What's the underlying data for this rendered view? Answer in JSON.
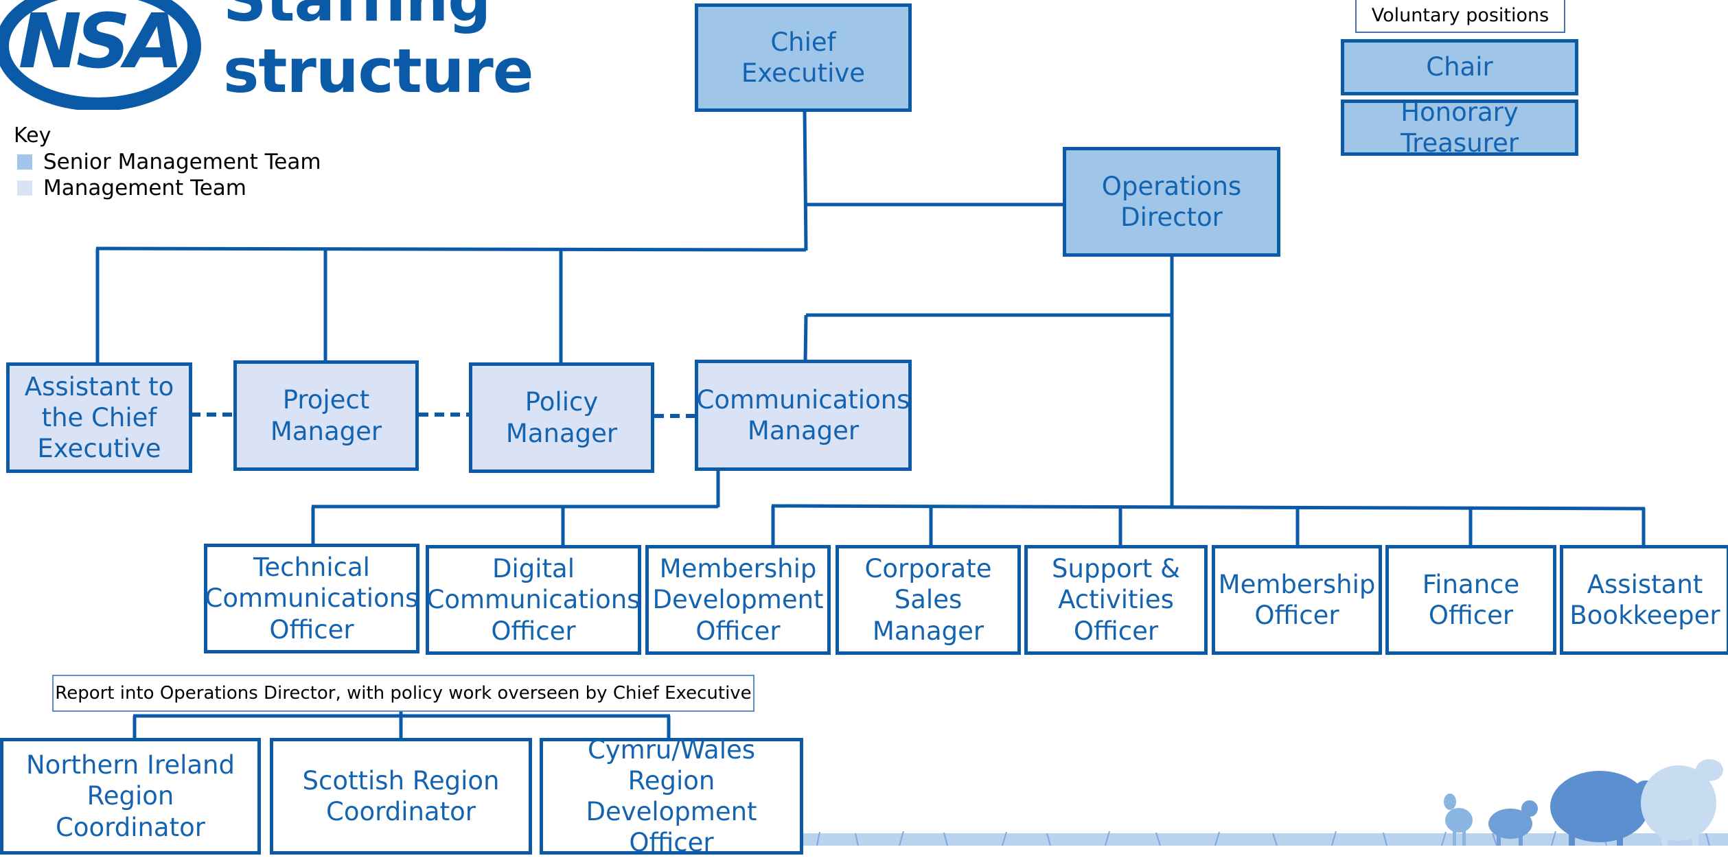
{
  "header": {
    "logo_text": "NSA",
    "title": "Staffing\nstructure"
  },
  "key": {
    "title": "Key",
    "items": [
      {
        "label": "Senior Management Team",
        "color": "#9fc5e9"
      },
      {
        "label": "Management Team",
        "color": "#d9e3f5"
      }
    ]
  },
  "voluntary": {
    "label": "Voluntary positions",
    "roles": [
      "Chair",
      "Honorary Treasurer"
    ]
  },
  "senior": {
    "chief_executive": "Chief\nExecutive",
    "operations_director": "Operations\nDirector"
  },
  "management": [
    "Assistant to\nthe Chief\nExecutive",
    "Project\nManager",
    "Policy\nManager",
    "Communications\nManager"
  ],
  "staff": [
    "Technical\nCommunications\nOfficer",
    "Digital\nCommunications\nOfficer",
    "Membership\nDevelopment\nOfficer",
    "Corporate\nSales\nManager",
    "Support &\nActivities\nOfficer",
    "Membership\nOfficer",
    "Finance\nOfficer",
    "Assistant\nBookkeeper"
  ],
  "regions": {
    "note": "Report into Operations Director, with policy work overseen by Chief Executive",
    "roles": [
      "Northern Ireland\nRegion Coordinator",
      "Scottish Region\nCoordinator",
      "Cymru/Wales\nRegion Development\nOfficer"
    ]
  },
  "colors": {
    "line": "#0a5aa8",
    "text": "#1463b0",
    "senior_fill": "#9fc5e9",
    "management_fill": "#d9e3f5"
  },
  "decoration": {
    "image": "sheep-silhouettes-on-grass"
  }
}
